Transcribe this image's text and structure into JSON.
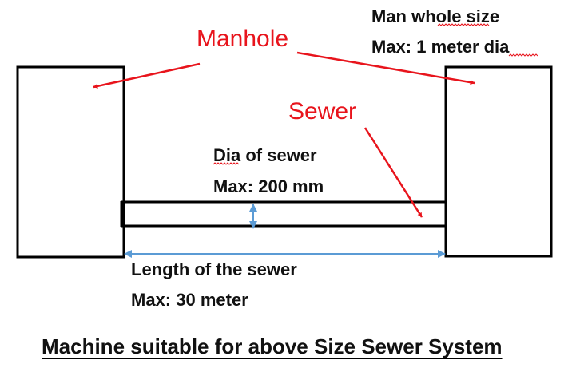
{
  "labels": {
    "manhole_size_line1": "Man whole size",
    "manhole_size_line2": "Max: 1 meter dia",
    "manhole": "Manhole",
    "sewer": "Sewer",
    "dia_line1": "Dia of sewer",
    "dia_line2": "Max: 200 mm",
    "length_line1": "Length of the sewer",
    "length_line2": "Max: 30 meter",
    "caption": "Machine suitable for above Size Sewer System"
  },
  "colors": {
    "annotation_red": "#e8141c",
    "dimension_blue": "#5b9bd5",
    "outline_black": "#000000"
  },
  "icons": {
    "manhole_pointer": "red-arrow",
    "sewer_pointer": "red-arrow",
    "dimension_markers": "blue-double-arrow"
  }
}
